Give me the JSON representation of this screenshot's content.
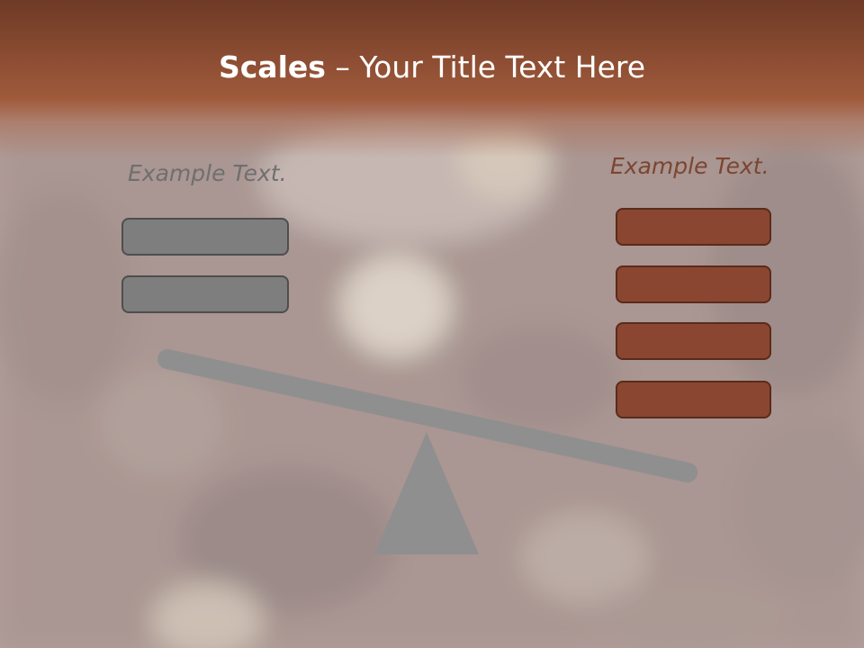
{
  "slide": {
    "title_strong": "Scales",
    "title_rest": " – Your Title Text Here",
    "left_label": "Example Text.",
    "right_label": "Example Text."
  },
  "colors": {
    "header": "#874a30",
    "beam": "#8f8f8f",
    "fulcrum": "#8f8f8f",
    "left_boxes": "#7e7e7e",
    "right_boxes": "#8a4630"
  }
}
